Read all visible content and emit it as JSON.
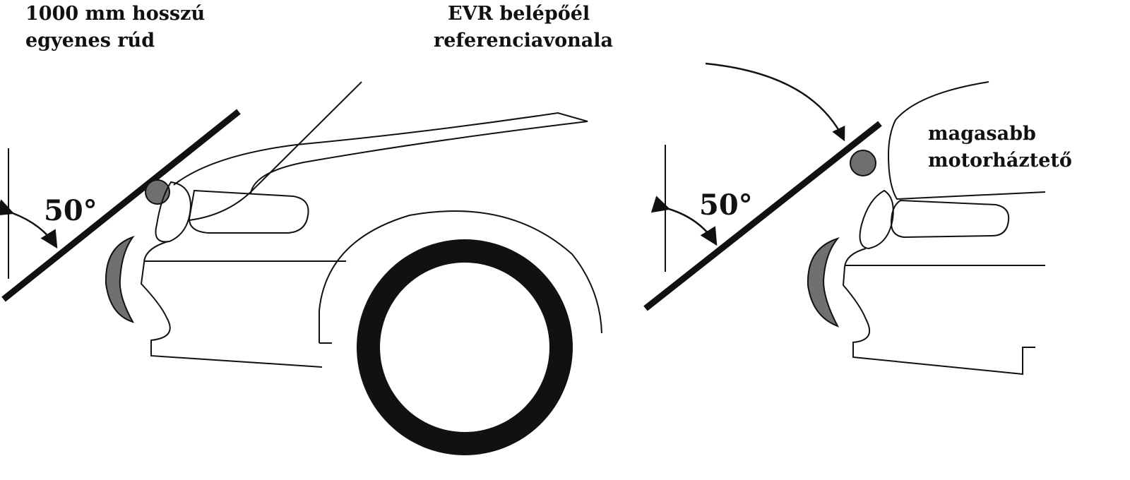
{
  "labels": {
    "rod_line1": "1000 mm hosszú",
    "rod_line2": "egyenes rúd",
    "evr_line1": "EVR belépőél",
    "evr_line2": "referenciavonala",
    "hood_line1": "magasabb",
    "hood_line2": "motorháztető",
    "angle_left": "50°",
    "angle_right": "50°"
  },
  "colors": {
    "ink": "#111111",
    "contact_point": "#6f6f6f",
    "reflector": "#707070"
  }
}
